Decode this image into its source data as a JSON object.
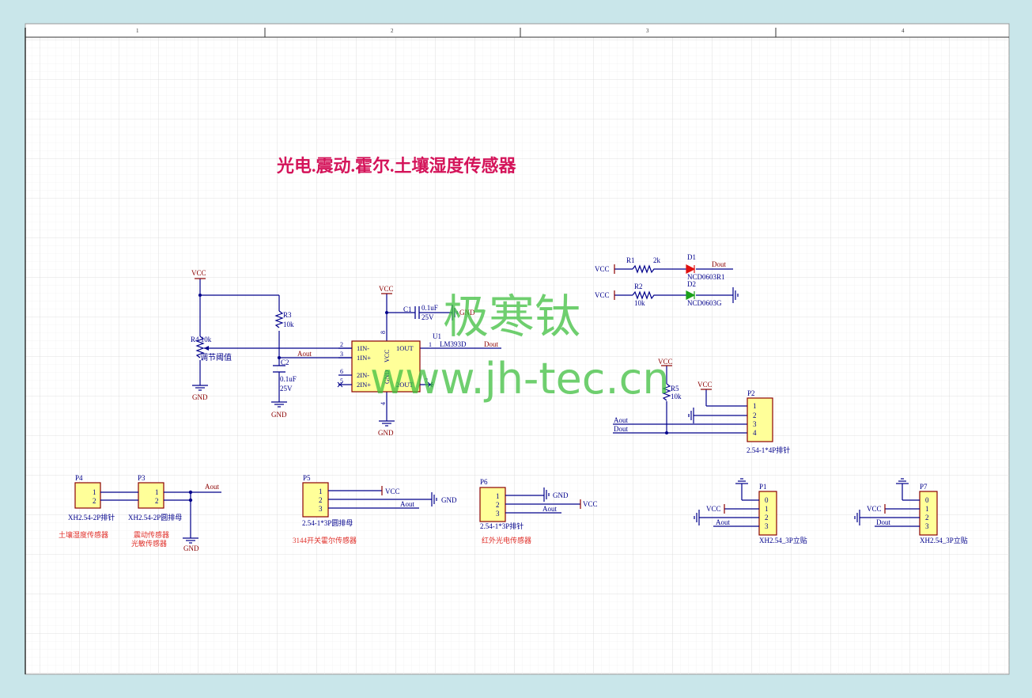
{
  "title": "光电.震动.霍尔.土壤湿度传感器",
  "watermark": {
    "cn": "极寒钛",
    "url": "www.jh-tec.cn"
  },
  "zones": [
    "1",
    "2",
    "3",
    "4"
  ],
  "colors": {
    "wire": "#00008b",
    "label": "#8b0000",
    "title": "#d4145a",
    "body": "#ffff99",
    "watermark": "#3fbf3f",
    "note": "#e0302a"
  },
  "net": {
    "vcc": "VCC",
    "gnd": "GND",
    "aout": "Aout",
    "dout": "Dout"
  },
  "u1": {
    "ref": "U1",
    "part": "LM393D",
    "pins": [
      "1IN-",
      "1IN+",
      "2IN-",
      "2IN+",
      "1OUT",
      "2OUT",
      "VCC",
      "GND"
    ],
    "pin_nums": [
      "2",
      "3",
      "6",
      "5",
      "1",
      "7",
      "8",
      "4"
    ]
  },
  "c1": {
    "ref": "C1",
    "value": "0.1uF",
    "voltage": "25V"
  },
  "c2": {
    "ref": "C2",
    "value": "0.1uF",
    "voltage": "25V"
  },
  "r3": {
    "ref": "R3",
    "value": "10k"
  },
  "r4": {
    "ref": "R4",
    "value": "10k",
    "note": "调节阈值"
  },
  "r5": {
    "ref": "R5",
    "value": "10k"
  },
  "r1": {
    "ref": "R1",
    "value": "2k"
  },
  "r2": {
    "ref": "R2",
    "value": "10k"
  },
  "d1": {
    "ref": "D1",
    "part": "NCD0603R1"
  },
  "d2": {
    "ref": "D2",
    "part": "NCD0603G"
  },
  "p2": {
    "ref": "P2",
    "pins": [
      "1",
      "2",
      "3",
      "4"
    ],
    "part": "2.54-1*4P排针"
  },
  "p4": {
    "ref": "P4",
    "pins": [
      "1",
      "2"
    ],
    "part": "XH2.54-2P排针",
    "note": "土壤湿度传感器"
  },
  "p3": {
    "ref": "P3",
    "pins": [
      "1",
      "2"
    ],
    "part": "XH2.54-2P圆排母",
    "note1": "震动传感器",
    "note2": "光敏传感器"
  },
  "p5": {
    "ref": "P5",
    "pins": [
      "1",
      "2",
      "3"
    ],
    "part": "2.54-1*3P圆排母",
    "note": "3144开关霍尔传感器"
  },
  "p6": {
    "ref": "P6",
    "pins": [
      "1",
      "2",
      "3"
    ],
    "part": "2.54-1*3P排针",
    "note": "红外光电传感器"
  },
  "p1": {
    "ref": "P1",
    "pins": [
      "0",
      "1",
      "2",
      "3"
    ],
    "part": "XH2.54_3P立贴"
  },
  "p7": {
    "ref": "P7",
    "pins": [
      "0",
      "1",
      "2",
      "3"
    ],
    "part": "XH2.54_3P立贴"
  }
}
